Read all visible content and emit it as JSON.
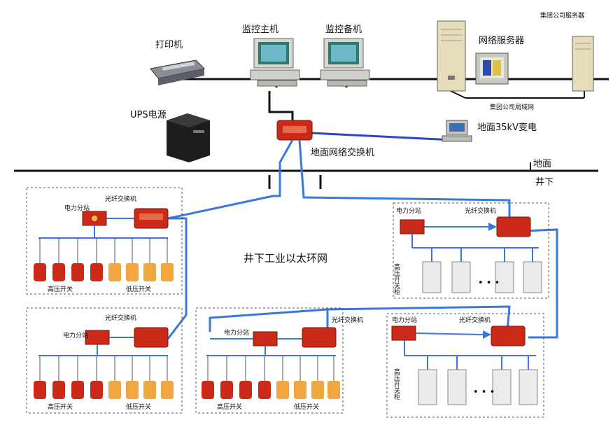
{
  "surface": {
    "printer": "打印机",
    "monitor_main": "监控主机",
    "monitor_backup": "监控备机",
    "network_server": "网络服务器",
    "group_server": "集团公司服务器",
    "ups": "UPS电源",
    "group_lan": "集团公司局域网",
    "substation_35kv": "地面35kV变电",
    "ground_switch": "地面网络交换机",
    "ground": "地面",
    "underground": "井下"
  },
  "ring_label": "井下工业以太环网",
  "blocks": {
    "power_substation": "电力分站",
    "fiber_switch": "光纤交换机",
    "hv_switch_left": "高压开关",
    "lv_switch": "低压开关",
    "hv_switch_cabinet": "高压开关柜",
    "ellipsis": "• • •"
  },
  "colors": {
    "ring_blue": "#3a78d8",
    "device_red": "#cc2a18",
    "switch_orange": "#f2a640",
    "bus_black": "#111111"
  }
}
